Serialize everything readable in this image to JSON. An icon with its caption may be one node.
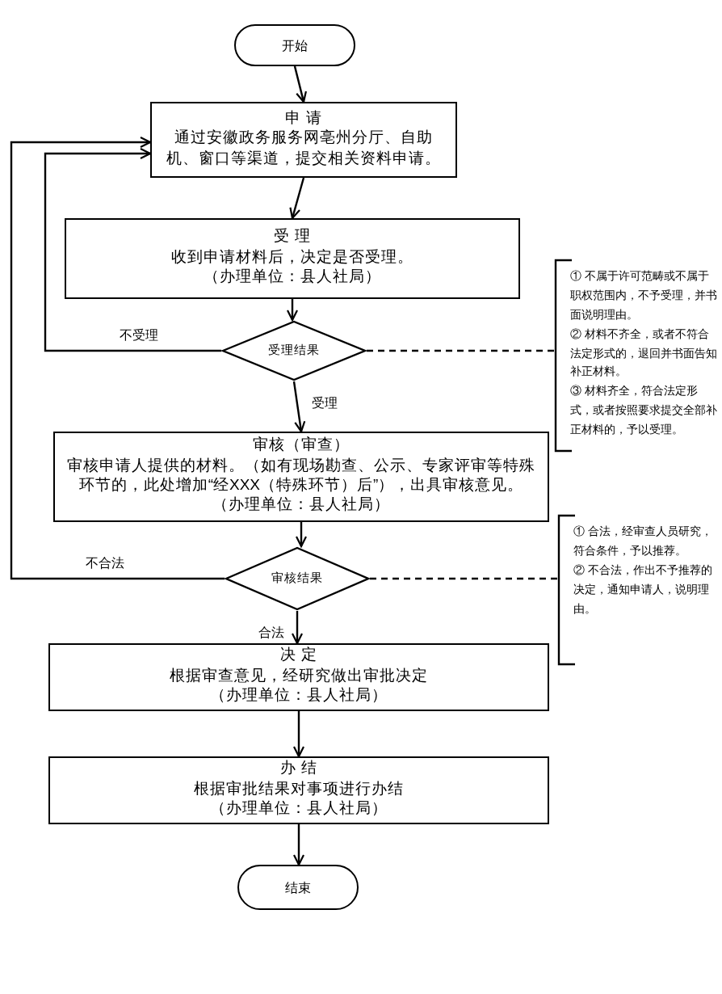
{
  "diagram": {
    "nodes": [
      {
        "text": [
          "开始"
        ]
      },
      {
        "text": [
          "申 请",
          "通过安徽政务服务网亳州分厅、自助机、窗口等渠道，提交相关资料申请。"
        ]
      },
      {
        "text": [
          "受 理",
          "收到申请材料后，决定是否受理。",
          "（办理单位：县人社局）"
        ]
      },
      {
        "text": [
          "受理结果"
        ]
      },
      {
        "text": [
          "① 不属于许可范畴或不属于职权范围内，不予受理，并书面说明理由。",
          "② 材料不齐全，或者不符合法定形式的，退回并书面告知补正材料。",
          "③ 材料齐全，符合法定形式，或者按照要求提交全部补正材料的，予以受理。"
        ]
      },
      {
        "text": [
          "审核（审查）",
          "审核申请人提供的材料。（如有现场勘查、公示、专家评审等特殊环节的，此处增加“经XXX（特殊环节）后”），出具审核意见。",
          "（办理单位：县人社局）"
        ]
      },
      {
        "text": [
          "审核结果"
        ]
      },
      {
        "text": [
          "① 合法，经审查人员研究，符合条件，予以推荐。",
          "② 不合法，作出不予推荐的决定，通知申请人，说明理由。"
        ]
      },
      {
        "text": [
          "决 定",
          "根据审查意见，经研究做出审批决定",
          "（办理单位：县人社局）"
        ]
      },
      {
        "text": [
          "办 结",
          "根据审批结果对事项进行办结",
          "（办理单位：县人社局）"
        ]
      },
      {
        "text": [
          "结束"
        ]
      }
    ],
    "edges": [
      {
        "from": 0,
        "to": 1,
        "arrow": "to"
      },
      {
        "from": 1,
        "to": 2,
        "arrow": "to"
      },
      {
        "from": 2,
        "to": 3,
        "arrow": "to"
      },
      {
        "from": 3,
        "to": 1,
        "arrow": "to",
        "label": "不受理"
      },
      {
        "from": 3,
        "to": 4,
        "arrow": "none",
        "style": "dashed"
      },
      {
        "from": 3,
        "to": 5,
        "arrow": "to",
        "label": "受理"
      },
      {
        "from": 5,
        "to": 6,
        "arrow": "to"
      },
      {
        "from": 6,
        "to": 1,
        "arrow": "to",
        "label": "不合法"
      },
      {
        "from": 6,
        "to": 7,
        "arrow": "none",
        "style": "dashed"
      },
      {
        "from": 6,
        "to": 8,
        "arrow": "to",
        "label": "合法"
      },
      {
        "from": 8,
        "to": 9,
        "arrow": "to"
      },
      {
        "from": 9,
        "to": 10,
        "arrow": "to"
      }
    ]
  }
}
